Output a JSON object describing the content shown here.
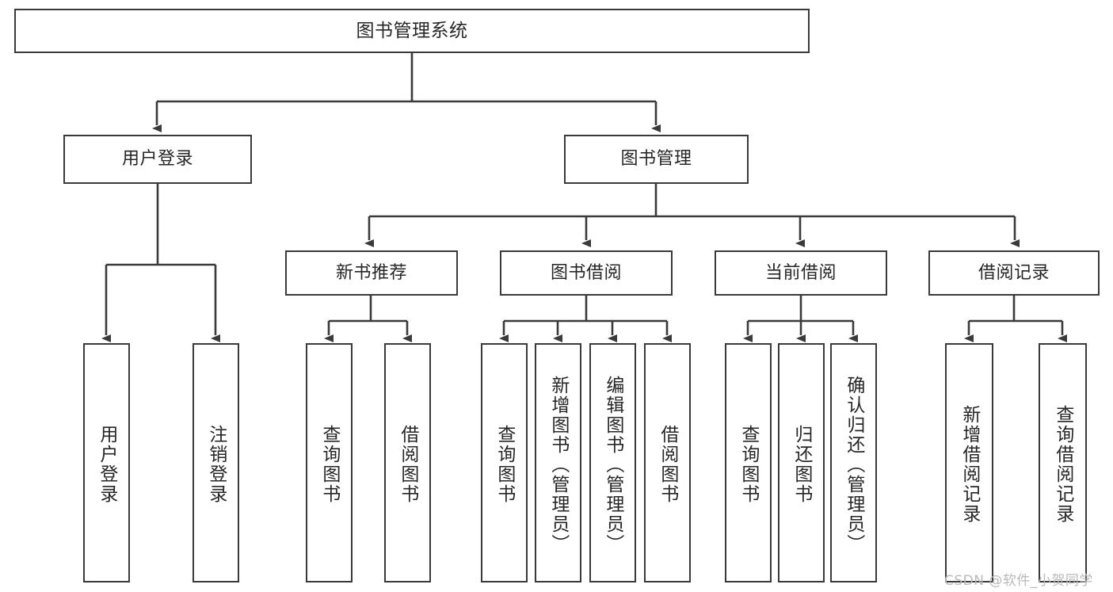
{
  "diagram": {
    "title": "图书管理系统",
    "type": "tree-hierarchy",
    "colors": {
      "stroke": "#3a3a3a",
      "fill": "#ffffff",
      "text": "#262626",
      "watermark": "#b9b9b9"
    },
    "nodes": {
      "root": {
        "label": "图书管理系统",
        "level": 1
      },
      "user_login": {
        "label": "用户登录",
        "level": 2
      },
      "book_manage": {
        "label": "图书管理",
        "level": 2
      },
      "new_book_rec": {
        "label": "新书推荐",
        "level": 3
      },
      "book_borrow": {
        "label": "图书借阅",
        "level": 3
      },
      "current_borrow": {
        "label": "当前借阅",
        "level": 3
      },
      "borrow_record": {
        "label": "借阅记录",
        "level": 3
      },
      "leaf_user_login": {
        "label": "用户登录",
        "level": 4
      },
      "leaf_logout": {
        "label": "注销登录",
        "level": 4
      },
      "leaf_query_book_1": {
        "label": "查询图书",
        "level": 4
      },
      "leaf_borrow_book_1": {
        "label": "借阅图书",
        "level": 4
      },
      "leaf_query_book_2": {
        "label": "查询图书",
        "level": 4
      },
      "leaf_add_book": {
        "label": "新增图书（管理员）",
        "level": 4
      },
      "leaf_edit_book": {
        "label": "编辑图书（管理员）",
        "level": 4
      },
      "leaf_borrow_book_2": {
        "label": "借阅图书",
        "level": 4
      },
      "leaf_query_book_3": {
        "label": "查询图书",
        "level": 4
      },
      "leaf_return_book": {
        "label": "归还图书",
        "level": 4
      },
      "leaf_confirm_return": {
        "label": "确认归还（管理员）",
        "level": 4
      },
      "leaf_add_record": {
        "label": "新增借阅记录",
        "level": 4
      },
      "leaf_query_record": {
        "label": "查询借阅记录",
        "level": 4
      }
    },
    "edges": [
      {
        "from": "root",
        "to": "user_login"
      },
      {
        "from": "root",
        "to": "book_manage"
      },
      {
        "from": "book_manage",
        "to": "new_book_rec"
      },
      {
        "from": "book_manage",
        "to": "book_borrow"
      },
      {
        "from": "book_manage",
        "to": "current_borrow"
      },
      {
        "from": "book_manage",
        "to": "borrow_record"
      },
      {
        "from": "user_login",
        "to": "leaf_user_login"
      },
      {
        "from": "user_login",
        "to": "leaf_logout"
      },
      {
        "from": "new_book_rec",
        "to": "leaf_query_book_1"
      },
      {
        "from": "new_book_rec",
        "to": "leaf_borrow_book_1"
      },
      {
        "from": "book_borrow",
        "to": "leaf_query_book_2"
      },
      {
        "from": "book_borrow",
        "to": "leaf_add_book"
      },
      {
        "from": "book_borrow",
        "to": "leaf_edit_book"
      },
      {
        "from": "book_borrow",
        "to": "leaf_borrow_book_2"
      },
      {
        "from": "current_borrow",
        "to": "leaf_query_book_3"
      },
      {
        "from": "current_borrow",
        "to": "leaf_return_book"
      },
      {
        "from": "current_borrow",
        "to": "leaf_confirm_return"
      },
      {
        "from": "borrow_record",
        "to": "leaf_add_record"
      },
      {
        "from": "borrow_record",
        "to": "leaf_query_record"
      }
    ]
  },
  "watermark": {
    "text": "CSDN @软件_小贺同学"
  }
}
